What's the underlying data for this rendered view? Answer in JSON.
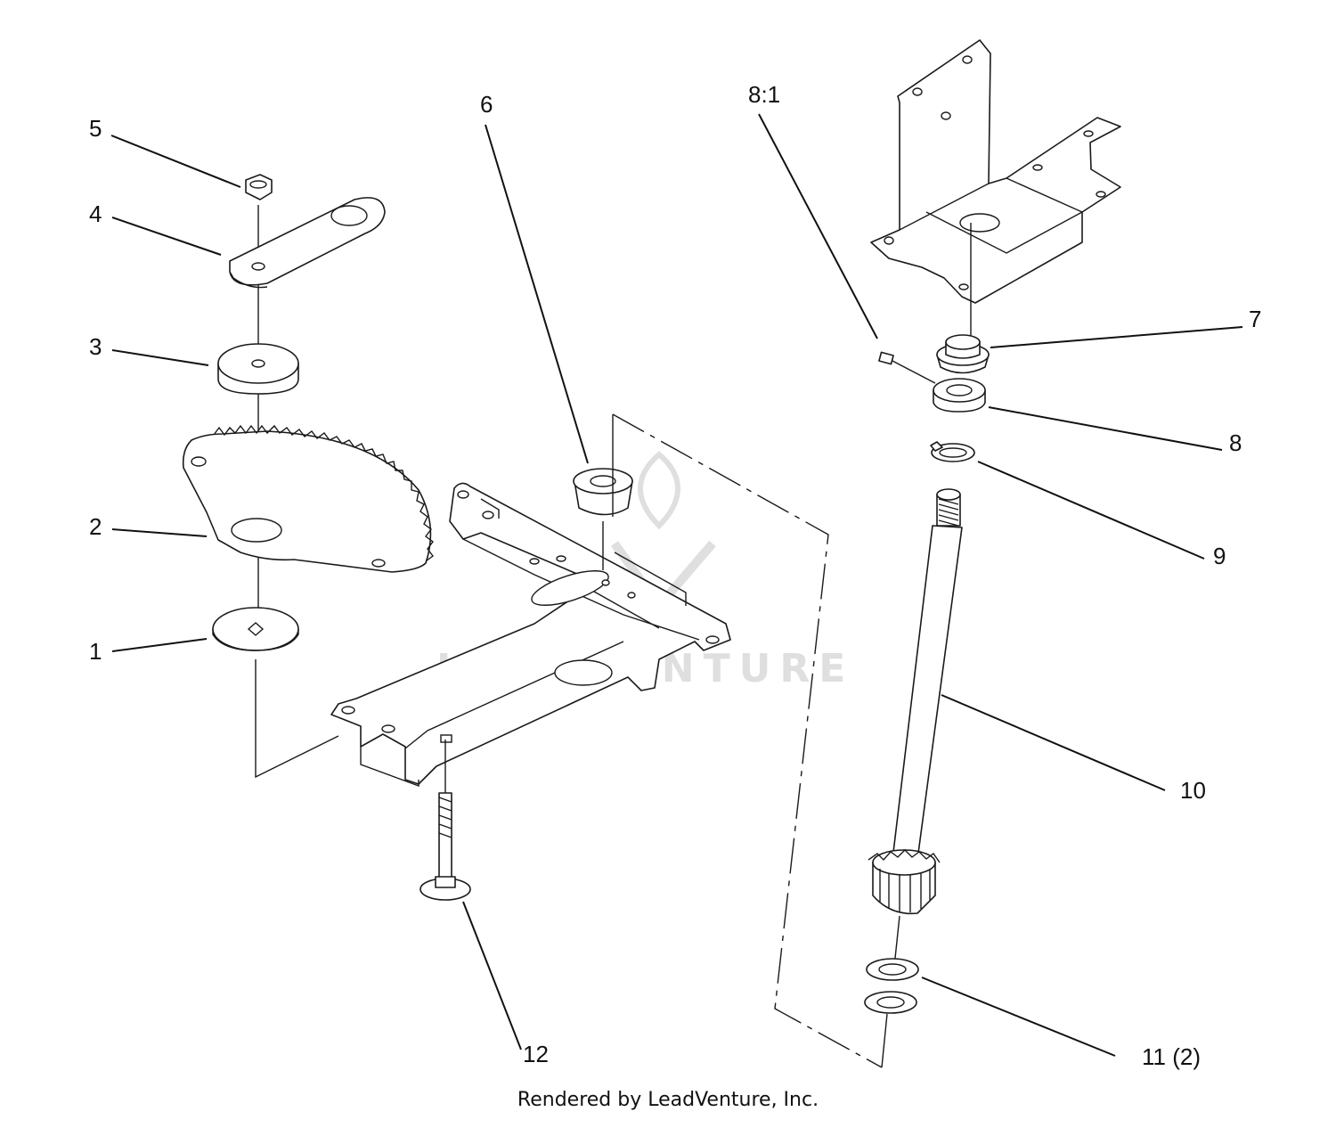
{
  "diagram": {
    "callouts": [
      {
        "id": "c5",
        "label": "5"
      },
      {
        "id": "c4",
        "label": "4"
      },
      {
        "id": "c3",
        "label": "3"
      },
      {
        "id": "c2",
        "label": "2"
      },
      {
        "id": "c1",
        "label": "1"
      },
      {
        "id": "c6",
        "label": "6"
      },
      {
        "id": "c81",
        "label": "8:1"
      },
      {
        "id": "c7",
        "label": "7"
      },
      {
        "id": "c8",
        "label": "8"
      },
      {
        "id": "c9",
        "label": "9"
      },
      {
        "id": "c10",
        "label": "10"
      },
      {
        "id": "c11",
        "label": "11 (2)"
      },
      {
        "id": "c12",
        "label": "12"
      }
    ],
    "watermark": "LEADVENTURE",
    "footer": "Rendered by LeadVenture, Inc."
  },
  "colors": {
    "line": "#1a1a1a",
    "background": "#ffffff",
    "watermark": "#d8d8d8"
  }
}
